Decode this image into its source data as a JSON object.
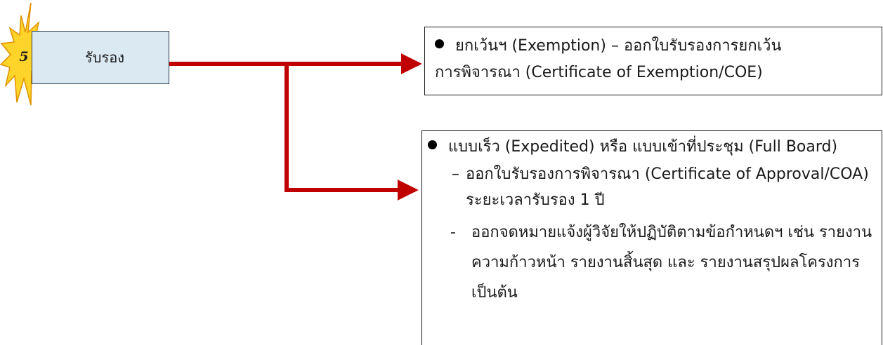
{
  "step": {
    "number": "5",
    "label": "รับรอง"
  },
  "colors": {
    "arrow": "#c00000",
    "burst_fill": "#ffd42a",
    "burst_stroke": "#e09000",
    "step_box_fill": "#dbe9f3"
  },
  "box_exemption": {
    "bullet_text": "ยกเว้นฯ (Exemption) – ออกใบรับรองการยกเว้น",
    "line2": "การพิจารณา (Certificate of Exemption/COE)"
  },
  "box_review": {
    "bullet_text": "แบบเร็ว (Expedited) หรือ แบบเข้าที่ประชุม (Full Board)",
    "items": [
      {
        "marker": "–",
        "text": "ออกใบรับรองการพิจารณา (Certificate of Approval/COA) ระยะเวลารับรอง 1 ปี"
      },
      {
        "marker": "-",
        "text": "ออกจดหมายแจ้งผู้วิจัยให้ปฏิบัติตามข้อกำหนดฯ เช่น รายงานความก้าวหน้า รายงานสิ้นสุด และ รายงานสรุปผลโครงการ เป็นต้น"
      }
    ]
  }
}
